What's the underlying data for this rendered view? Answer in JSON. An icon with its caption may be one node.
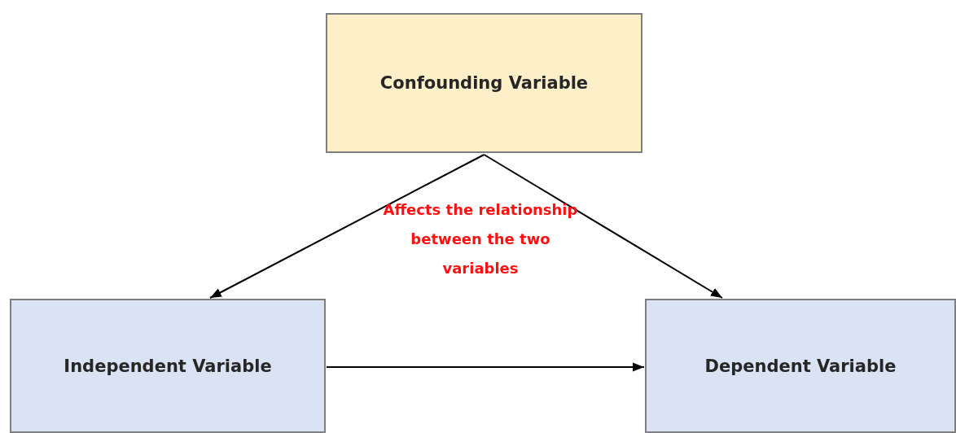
{
  "diagram": {
    "nodes": [
      {
        "text": [
          "Confounding Variable"
        ]
      },
      {
        "text": [
          "Independent Variable"
        ]
      },
      {
        "text": [
          "Dependent Variable"
        ]
      }
    ],
    "edges": [
      {
        "from": 0,
        "to": 1,
        "arrow": "to"
      },
      {
        "from": 0,
        "to": 2,
        "arrow": "to"
      },
      {
        "from": 1,
        "to": 2,
        "arrow": "to"
      }
    ],
    "labels": [
      "Affects the relationship between the two variables"
    ]
  }
}
